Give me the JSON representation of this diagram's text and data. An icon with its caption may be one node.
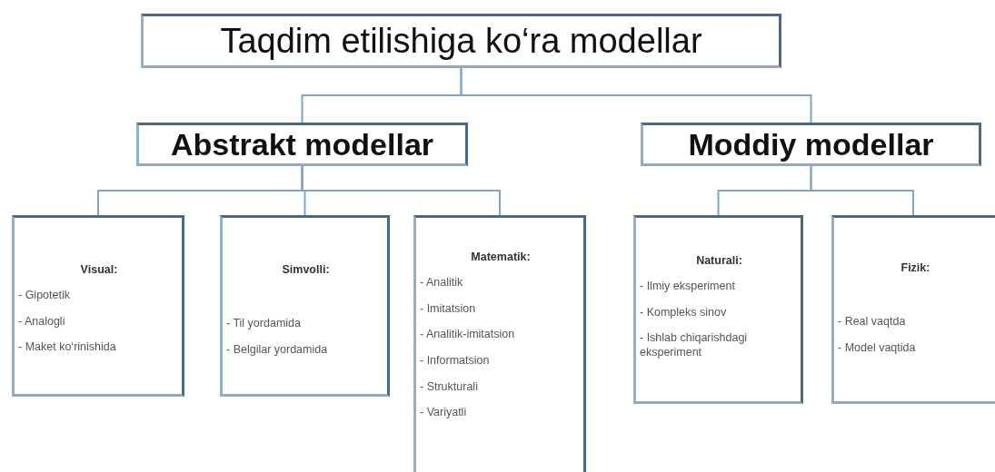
{
  "diagram": {
    "nodes": [
      {
        "text": [
          "Taqdim etilishiga ko‘ra modellar"
        ]
      },
      {
        "text": [
          "Abstrakt modellar"
        ]
      },
      {
        "text": [
          "Moddiy modellar"
        ]
      },
      {
        "text": [
          "Visual:",
          "- Gipotetik",
          "- Analogli",
          "- Maket ko‘rinishida"
        ]
      },
      {
        "text": [
          "Simvolli:",
          "- Til yordamida",
          "- Belgilar yordamida"
        ]
      },
      {
        "text": [
          "Matematik:",
          "- Analitik",
          "- Imitatsion",
          "- Analitik-imitatsion",
          "- Informatsion",
          "- Strukturali",
          "- Variyatli"
        ]
      },
      {
        "text": [
          "Naturali:",
          "- Ilmiy eksperiment",
          "- Kompleks sinov",
          "- Ishlab chiqarishdagi eksperiment"
        ]
      },
      {
        "text": [
          "Fizik:",
          "- Real vaqtda",
          "- Model vaqtida"
        ]
      }
    ],
    "edges": [
      {
        "from": 0,
        "to": 1,
        "arrow": "none"
      },
      {
        "from": 0,
        "to": 2,
        "arrow": "none"
      },
      {
        "from": 1,
        "to": 3,
        "arrow": "none"
      },
      {
        "from": 1,
        "to": 4,
        "arrow": "none"
      },
      {
        "from": 1,
        "to": 5,
        "arrow": "none"
      },
      {
        "from": 2,
        "to": 6,
        "arrow": "none"
      },
      {
        "from": 2,
        "to": 7,
        "arrow": "none"
      }
    ]
  }
}
